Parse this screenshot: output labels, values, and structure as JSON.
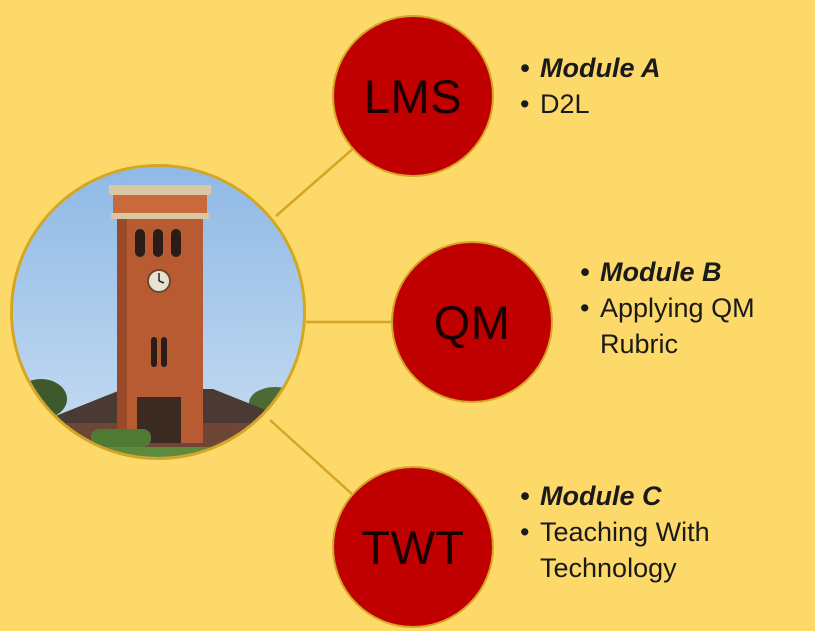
{
  "colors": {
    "background": "#FDD96A",
    "node_fill": "#C00000",
    "connector": "#D4A622"
  },
  "photo": {
    "icon": "clock-tower-photo"
  },
  "nodes": [
    {
      "label": "LMS",
      "module": "Module A",
      "detail": "D2L"
    },
    {
      "label": "QM",
      "module": "Module B",
      "detail": "Applying QM Rubric"
    },
    {
      "label": "TWT",
      "module": "Module C",
      "detail": "Teaching With Technology"
    }
  ]
}
